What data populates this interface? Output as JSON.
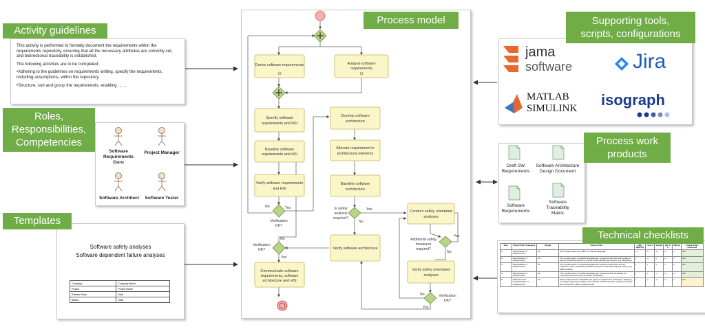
{
  "colors": {
    "accent_green": "#70ad47",
    "node_fill": "#fbf6c8",
    "node_border": "#c4b45a",
    "start_red": "#f4b1ae",
    "decision_green": "#b8d58a"
  },
  "labels": {
    "activity_guidelines": "Activity guidelines",
    "roles": "Roles,\nResponsibilities,\nCompetencies",
    "templates": "Templates",
    "process_model": "Process model",
    "supporting_tools": "Supporting tools,\nscripts, configurations",
    "work_products": "Process work\nproducts",
    "checklists": "Technical checklists"
  },
  "guidelines": {
    "p1": "This activity is performed to formally document the requirements within the requirements repository, ensuring that all the necessary attributes are correctly set, and bidirectional traceability is established.",
    "p2": "The following activities are to be completed:",
    "p3": "•Adhering to the guidelines on requirements writing, specify the requirements, including assumptions, within the repository.",
    "p4": "•Structure, sort and group the requirements, enabling ……"
  },
  "roles": [
    {
      "name": "Software\nRequirements\nGuru",
      "icon": "person-icon"
    },
    {
      "name": "Project Manager",
      "icon": "person-icon"
    },
    {
      "name": "Software Architect",
      "icon": "person-icon"
    },
    {
      "name": "Software Tester",
      "icon": "person-icon"
    }
  ],
  "templates": {
    "line1": "Software safety analyses",
    "line2": "Software dependent failure analyses",
    "rows": [
      [
        "Company",
        "Company Name"
      ],
      [
        "Project",
        "Project Name"
      ],
      [
        "Release Date",
        "Date"
      ],
      [
        "Status",
        "Draft"
      ]
    ]
  },
  "tools": {
    "jama_top": "jama",
    "jama_bottom": "software",
    "jira": "Jira",
    "matlab_1": "MATLAB",
    "matlab_2": "SIMULINK",
    "isograph": "isograph"
  },
  "work_products": [
    "Draft SW\nRequirements",
    "Software Architecture\nDesign Document",
    "Software\nRequirements",
    "Software\nTraceability\nMatrix"
  ],
  "process": {
    "derive": "Derive software requirements",
    "analyse": "Analyse software\nrequirements",
    "specify": "Specify software\nrequirements and HSI",
    "baseline_req": "Baseline software\nrequirements and HSI",
    "verify_req": "Verify software requirements\nand HSI",
    "develop_arch": "Develop software\narchitecture",
    "allocate": "Allocate requirement to\narchitectural elements",
    "baseline_arch": "Baseline software\narchitecture",
    "verify_arch": "Verify software architecture",
    "communicate": "Communicate software\nrequirements, software\narchitecture and HSI",
    "conduct_safety": "Conduct safety orientated\nanalyses",
    "verify_safety": "Verify safety orientated\nanalyses",
    "q_verif1": "Verification\nOK?",
    "q_safety_req": "Is safety\nanalysis\nrequired?",
    "q_verif2": "Verification\nOK?",
    "q_additional": "Additional safety\nmeasures\nrequired?",
    "q_verif3": "Verification\nOK?",
    "yes": "Yes",
    "no": "No"
  },
  "checklist": {
    "headers": [
      "Item",
      "Check Point Category",
      "Scope",
      "Check Point",
      "CRF-RNPCS",
      "Veri fi",
      "Vali da",
      "Veri fi L",
      "Vali da",
      "Check Point Achieved"
    ],
    "rows": [
      [
        "1",
        "Specification of requirements",
        "All",
        "The requirements are written in natural language",
        "++",
        "++",
        "++",
        "++",
        "+",
        "Yes"
      ],
      [
        "2",
        "Specification of requirements",
        "All",
        "The requirements in natural language are supported with informal notations where needed/beneficial to ensure understanding and clarity (e.g. diagrams)",
        "+",
        "++",
        "+",
        "++",
        "+",
        "Yes"
      ],
      [
        "3",
        "Specification of requirements",
        "All",
        "The requirements in natural language are supported with semi-formal notations where suitable/beneficial to improve understanding and clarity (e.g. UML models)",
        "+",
        "+",
        "+",
        "+",
        "+",
        "Yes"
      ],
      [
        "4",
        "Specification of requirements",
        "All",
        "The requirements in natural language are supported with templates for controlled structure and controlled vocabulary",
        "+",
        "+",
        "+",
        "++",
        "++",
        "Yes"
      ],
      [
        "5",
        "Attributes and characteristics of requirements",
        "All",
        "Each requirement is classified into types of requirement including a category of 'safety requirement' (Note: this could be achieved at file / document level if all contents are safety requirements)",
        "+",
        "++",
        "++",
        "++",
        "+",
        "Yes"
      ]
    ]
  }
}
